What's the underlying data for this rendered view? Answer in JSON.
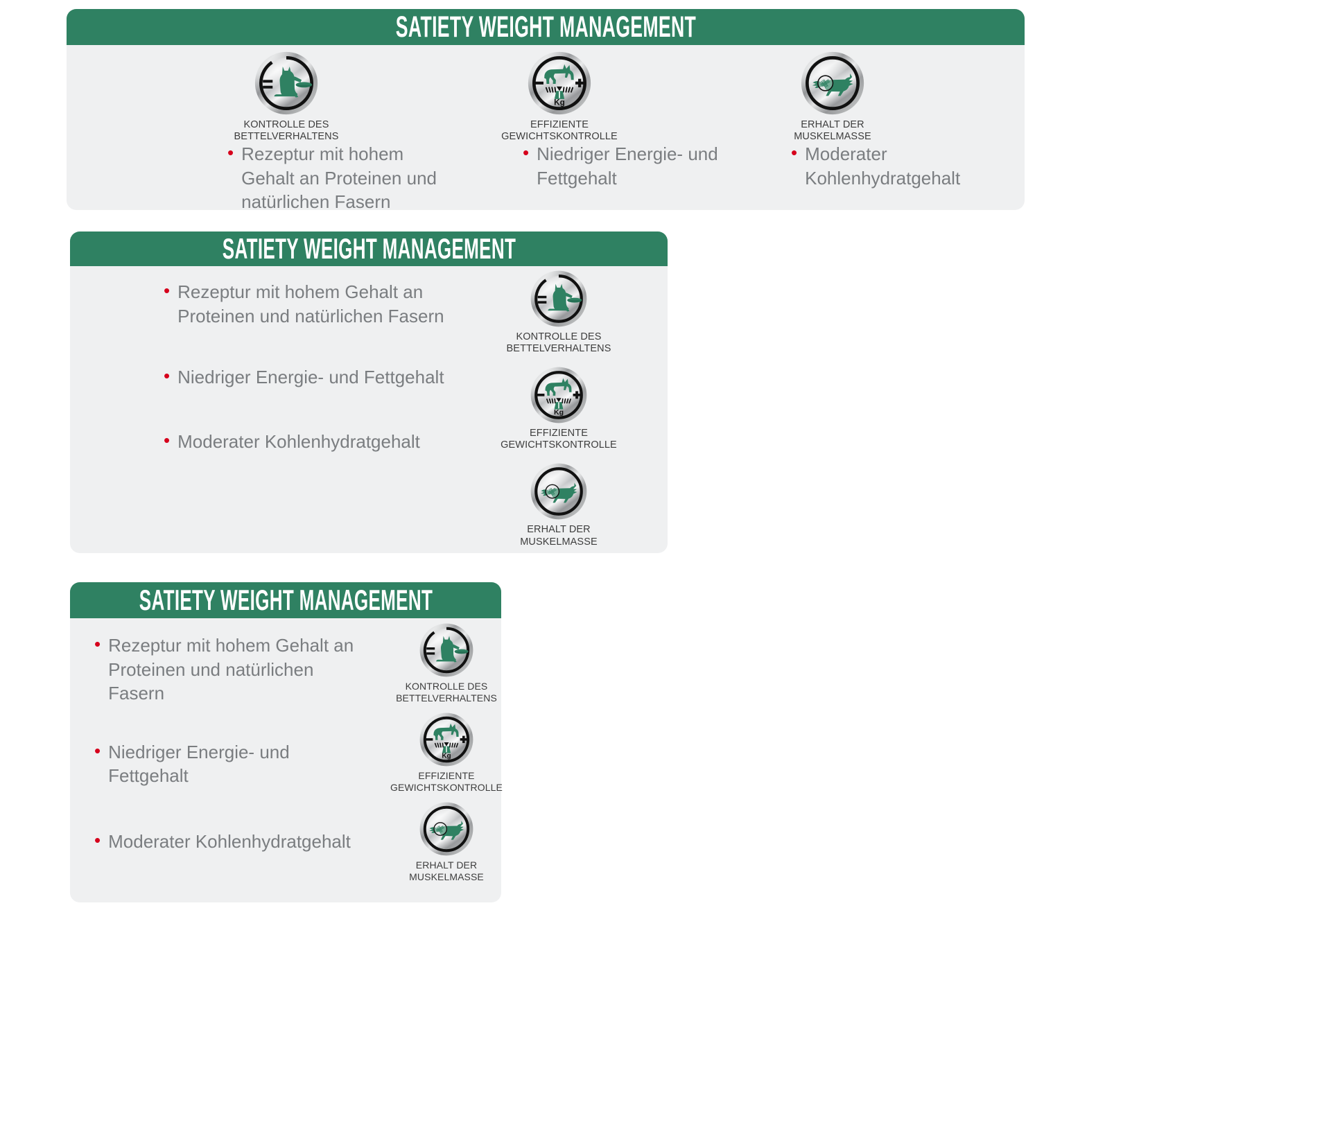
{
  "brand": {
    "green": "#2f8162",
    "bullet_red": "#d6001c",
    "text_gray": "#7a7d80",
    "label_gray": "#3d3d3d",
    "card_bg": "#eff0f1"
  },
  "title": "SATIETY WEIGHT MANAGEMENT",
  "benefits": [
    {
      "icon": "cat-begging-icon",
      "label": "KONTROLLE DES\nBETTELVERHALTENS",
      "label_line1": "KONTROLLE DES",
      "label_line2": "BETTELVERHALTENS"
    },
    {
      "icon": "cat-on-scale-kg-icon",
      "label": "EFFIZIENTE\nGEWICHTSKONTROLLE",
      "label_line1": "EFFIZIENTE",
      "label_line2": "GEWICHTSKONTROLLE"
    },
    {
      "icon": "cat-running-muscle-icon",
      "label": "ERHALT DER\nMUSKELMASSE",
      "label_line1": "ERHALT DER",
      "label_line2": "MUSKELMASSE"
    }
  ],
  "bullets": [
    "Rezeptur mit hohem Gehalt an Proteinen und natürlichen Fasern",
    "Niedriger Energie- und Fettgehalt",
    "Moderater Kohlenhydratgehalt"
  ],
  "bullet_wrapped": {
    "card1": [
      "Rezeptur mit hohem Gehalt an Proteinen und natürlichen Fasern",
      "Niedriger Energie- und Fettgehalt",
      "Moderater Kohlenhydratgehalt"
    ],
    "card2": [
      "Rezeptur mit hohem Gehalt an Proteinen und natürlichen Fasern",
      "Niedriger Energie- und Fettgehalt",
      "Moderater Kohlenhydratgehalt"
    ],
    "card3": [
      "Rezeptur mit hohem Gehalt an Proteinen und natürlichen Fasern",
      "Niedriger Energie- und Fettgehalt",
      "Moderater Kohlenhydratgehalt"
    ]
  },
  "bullet_marker": "•",
  "scale_unit": "Kg",
  "cards": [
    {
      "name": "wide-layout",
      "title": "SATIETY WEIGHT MANAGEMENT"
    },
    {
      "name": "medium-layout",
      "title": "SATIETY WEIGHT MANAGEMENT"
    },
    {
      "name": "narrow-layout",
      "title": "SATIETY WEIGHT MANAGEMENT"
    }
  ]
}
